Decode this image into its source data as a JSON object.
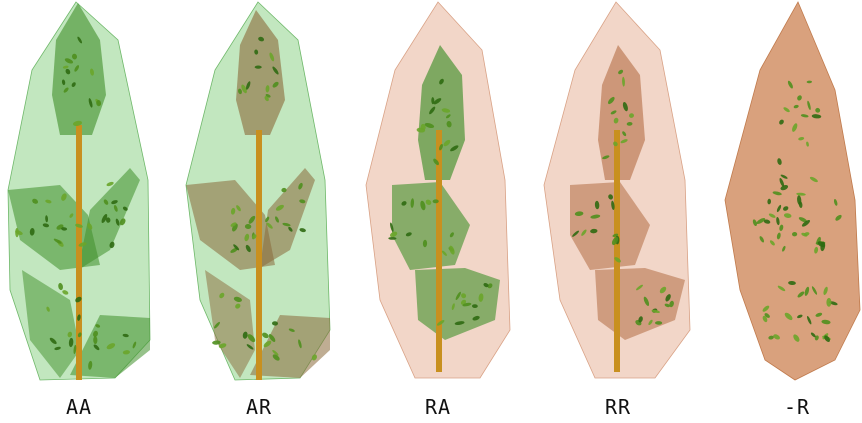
{
  "panels": [
    {
      "id": "AA",
      "label": "AA",
      "hull_color": "#8fd48a",
      "leaf_zone_color": "#3f8f2a"
    },
    {
      "id": "AR",
      "label": "AR",
      "hull_color": "#8fd48a",
      "leaf_zone_color": "#8a6a3a"
    },
    {
      "id": "RA",
      "label": "RA",
      "hull_color": "#e8b49a",
      "leaf_zone_color": "#3f8f2a"
    },
    {
      "id": "RR",
      "label": "RR",
      "hull_color": "#e8b49a",
      "leaf_zone_color": "#b8744f"
    },
    {
      "id": "-R",
      "label": "-R",
      "hull_color": "#d08a5c",
      "leaf_zone_color": "none"
    }
  ],
  "colors": {
    "stem": "#c8901f",
    "leaf": "#4f8f1e",
    "leaf_dark": "#2f6a12"
  }
}
